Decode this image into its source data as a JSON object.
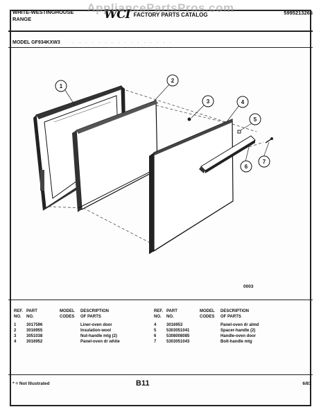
{
  "watermark": "AppliancePartsPros.com",
  "header": {
    "brand_line1": "WHITE-WESTINGHOUSE",
    "brand_line2": "RANGE",
    "logo_text": "WCI",
    "title": "FACTORY PARTS CATALOG",
    "catalog_number": "5995213266"
  },
  "model": {
    "label": "MODEL GF934KXW3"
  },
  "diagram": {
    "callouts": [
      "1",
      "2",
      "3",
      "4",
      "5",
      "6",
      "7"
    ],
    "code": "0003"
  },
  "table": {
    "headers": {
      "ref": [
        "REF.",
        "NO."
      ],
      "part": [
        "PART",
        "NO."
      ],
      "model": [
        "MODEL",
        "CODES"
      ],
      "desc": [
        "DESCRIPTION",
        "OF PARTS"
      ]
    },
    "left_rows": [
      {
        "ref": "1",
        "part": "3017596",
        "model": "",
        "desc": "Liner-oven door"
      },
      {
        "ref": "2",
        "part": "3016955",
        "model": "",
        "desc": "Insulation-wool"
      },
      {
        "ref": "3",
        "part": "3051038",
        "model": "",
        "desc": "Nut-handle mtg (2)"
      },
      {
        "ref": "4",
        "part": "3016952",
        "model": "",
        "desc": "Panel-oven dr white"
      }
    ],
    "right_rows": [
      {
        "ref": "4",
        "part": "3016953",
        "model": "",
        "desc": "Panel-oven dr almd"
      },
      {
        "ref": "5",
        "part": "5303051041",
        "model": "",
        "desc": "Spacer-handle (2)"
      },
      {
        "ref": "6",
        "part": "5308008085",
        "model": "",
        "desc": "Handle-oven door"
      },
      {
        "ref": "7",
        "part": "5303051043",
        "model": "",
        "desc": "Bolt-handle mtg"
      }
    ]
  },
  "footer": {
    "note": "* = Not Illustrated",
    "page": "B11",
    "date": "6/81"
  }
}
